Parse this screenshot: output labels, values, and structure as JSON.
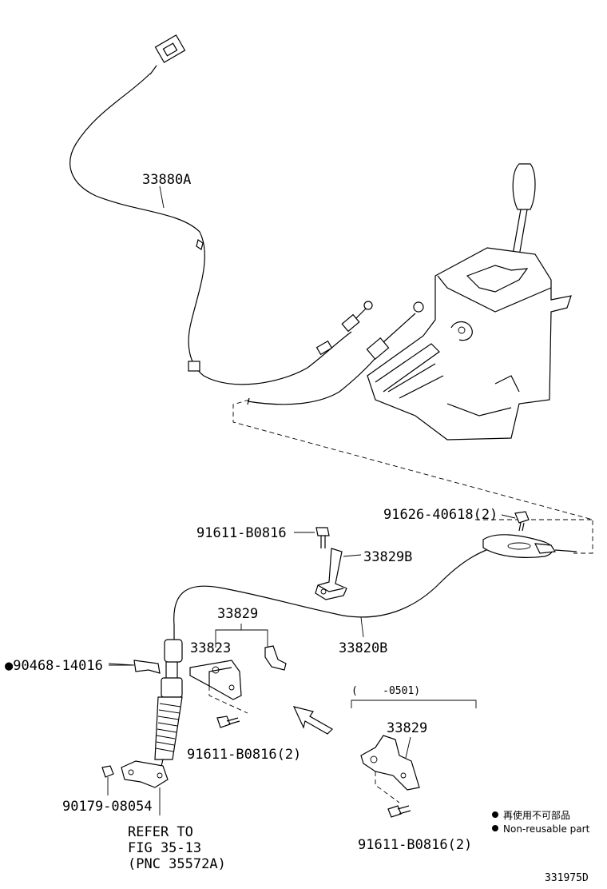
{
  "labels": {
    "cable_upper": "33880A",
    "bolt_bracket": "91611-B0816",
    "bolt_flange": "91626-40618(2)",
    "bracket_b": "33829B",
    "bracket_group": "33829",
    "bracket_33823": "33823",
    "cable_lower": "33820B",
    "clip": "●90468-14016",
    "bolt_lower": "91611-B0816(2)",
    "period": "(    -0501)",
    "bracket_alt": "33829",
    "bolt_alt": "91611-B0816(2)",
    "nut": "90179-08054",
    "refer_line1": "REFER TO",
    "refer_line2": "FIG 35-13",
    "refer_line3": "(PNC 35572A)"
  },
  "legend": {
    "item1": "再使用不可部品",
    "item2": "Non-reusable part"
  },
  "figure_id": "331975D"
}
